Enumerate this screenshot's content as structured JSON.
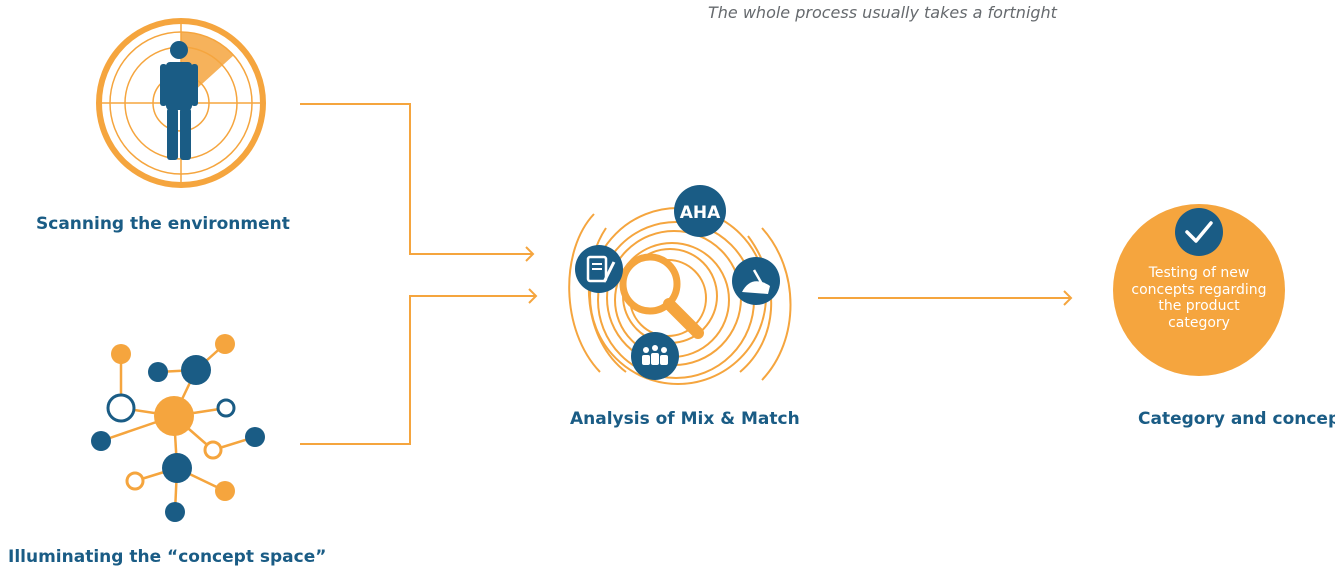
{
  "note": "The whole process usually takes a fortnight",
  "steps": {
    "scan": {
      "label": "Scanning the environment",
      "icon": "person-radar-icon"
    },
    "illuminate": {
      "label": "Illuminating the “concept space”",
      "icon": "network-nodes-icon"
    },
    "analysis": {
      "label": "Analysis of Mix & Match",
      "icon": "magnifier-spiral-icon",
      "badges": [
        {
          "name": "aha-badge",
          "text": "AHA"
        },
        {
          "name": "notebook-badge",
          "icon": "notebook-pen-icon"
        },
        {
          "name": "handshake-badge",
          "icon": "hand-pen-icon"
        },
        {
          "name": "group-badge",
          "icon": "people-group-icon"
        }
      ]
    },
    "result": {
      "label": "Category and concepts",
      "icon": "checkmark-icon",
      "lines": [
        "Testing of new",
        "concepts regarding",
        "the product",
        "category"
      ]
    }
  },
  "colors": {
    "orange": "#f5a53e",
    "blue": "#1a5c85",
    "text_gray": "#666a6e",
    "white": "#ffffff"
  }
}
